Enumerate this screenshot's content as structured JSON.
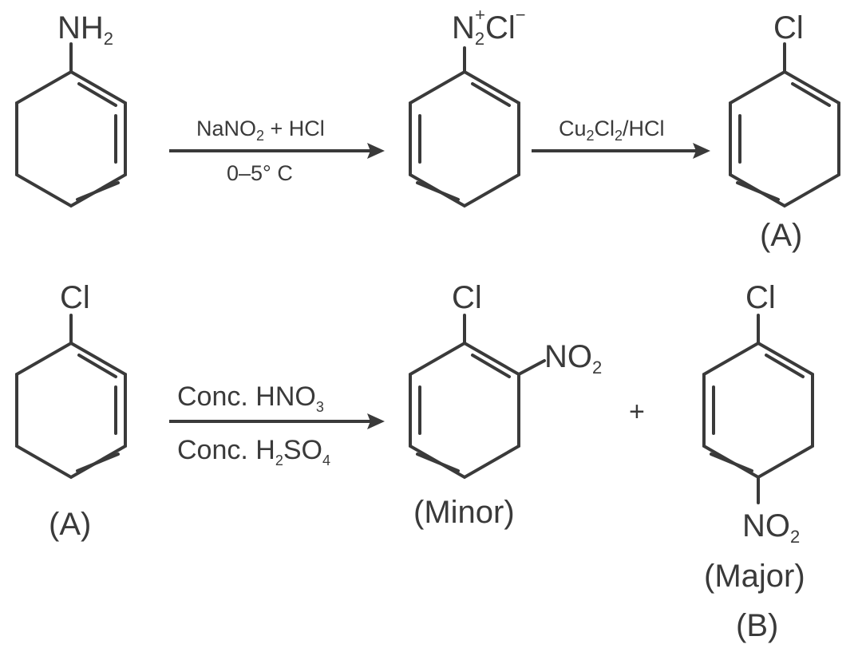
{
  "reaction1": {
    "reactant": {
      "group_main": "NH",
      "group_sub": "2"
    },
    "step1_reagent_above_a": "NaNO",
    "step1_reagent_above_sub": "2",
    "step1_reagent_above_b": " + HCl",
    "step1_reagent_below": "0–5° C",
    "intermediate": {
      "n": "N",
      "n_sub": "2",
      "n_sup": "+",
      "cl": "Cl",
      "cl_sup": "−"
    },
    "step2_reagent_a": "Cu",
    "step2_reagent_a_sub": "2",
    "step2_reagent_b": "Cl",
    "step2_reagent_b_sub": "2",
    "step2_reagent_c": "/HCl",
    "product": {
      "group": "Cl",
      "label": "(A)"
    }
  },
  "reaction2": {
    "reactant": {
      "group": "Cl",
      "label": "(A)"
    },
    "reagent_above_a": "Conc. HNO",
    "reagent_above_sub": "3",
    "reagent_below_a": "Conc. H",
    "reagent_below_sub1": "2",
    "reagent_below_b": "SO",
    "reagent_below_sub2": "4",
    "product_minor": {
      "group": "Cl",
      "nitro": "NO",
      "nitro_sub": "2",
      "label": "(Minor)"
    },
    "plus": "+",
    "product_major": {
      "group": "Cl",
      "nitro": "NO",
      "nitro_sub": "2",
      "label": "(Major)",
      "label2": "(B)"
    }
  }
}
